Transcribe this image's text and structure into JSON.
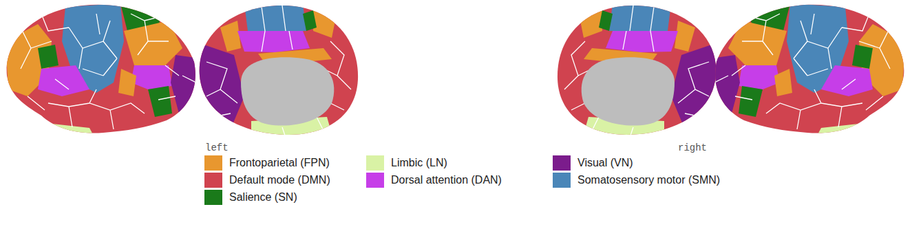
{
  "diagram": {
    "labels": [
      "left",
      "right"
    ],
    "legend": [
      {
        "text": "Frontoparietal (FPN)",
        "color": "#e8972f"
      },
      {
        "text": "Default mode (DMN)",
        "color": "#d0434f"
      },
      {
        "text": "Salience (SN)",
        "color": "#1a7a1a"
      },
      {
        "text": "Limbic (LN)",
        "color": "#d9f2a5"
      },
      {
        "text": "Dorsal attention (DAN)",
        "color": "#c63ee8"
      },
      {
        "text": "Visual (VN)",
        "color": "#7b1c8c"
      },
      {
        "text": "Somatosensory motor (SMN)",
        "color": "#4a86b8"
      }
    ]
  }
}
